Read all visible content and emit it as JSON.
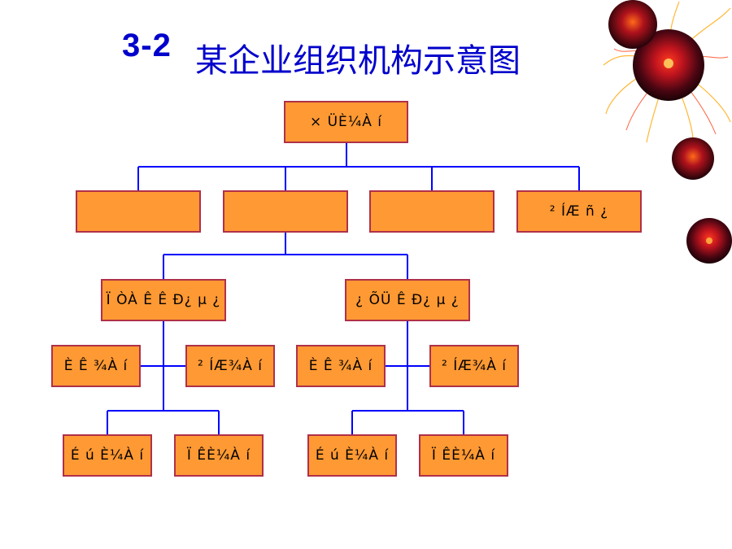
{
  "title": {
    "number": "3-2",
    "text": "某企业组织机构示意图"
  },
  "colors": {
    "title": "#0000cc",
    "box_fill": "#ff9933",
    "box_border": "#b03048",
    "connector": "#0000ff"
  },
  "nodes": {
    "root": "× ÜÈ¼À í",
    "dept_1": "",
    "dept_2": "",
    "dept_3": "",
    "dept_4": "² ÍÆ ñ ¿",
    "sub_1": "Ï ÒÀ Ê Ê Ð¿ µ ¿",
    "sub_2": "¿ ÕÜ Ê Ð¿ µ ¿",
    "l3_1": "È Ê ¾À í",
    "l3_2": "² ÍÆ¾À í",
    "l3_3": "È Ê ¾À í",
    "l3_4": "² ÍÆ¾À í",
    "l4_1": "É ú È¼À í",
    "l4_2": "Ï ÊÈ¼À í",
    "l4_3": "É ú È¼À í",
    "l4_4": "Ï ÊÈ¼À í"
  }
}
